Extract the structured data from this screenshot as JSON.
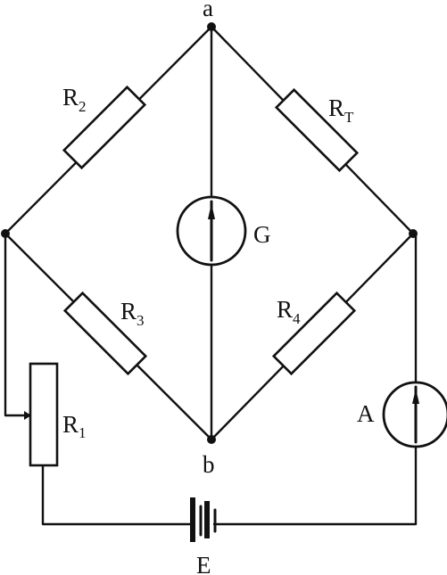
{
  "nodes": {
    "top": "a",
    "bottom": "b"
  },
  "components": {
    "r2": {
      "base": "R",
      "sub": "2"
    },
    "rt": {
      "base": "R",
      "sub": "T"
    },
    "r3": {
      "base": "R",
      "sub": "3"
    },
    "r4": {
      "base": "R",
      "sub": "4"
    },
    "r1": {
      "base": "R",
      "sub": "1"
    },
    "galvanometer": "G",
    "ammeter": "A",
    "battery": "E"
  },
  "colors": {
    "ink": "#111111",
    "background": "#ffffff"
  }
}
